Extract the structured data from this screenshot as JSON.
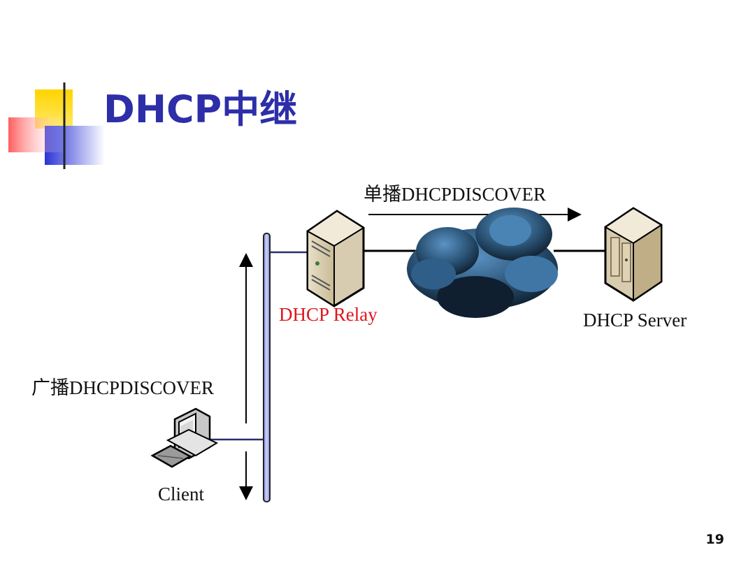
{
  "slide": {
    "title": "DHCP中继",
    "page_number": "19"
  },
  "diagram": {
    "unicast_label": "单播DHCPDISCOVER",
    "broadcast_label": "广播DHCPDISCOVER",
    "relay_label": "DHCP Relay",
    "server_label": "DHCP Server",
    "client_label": "Client"
  },
  "colors": {
    "title": "#2d2ea8",
    "relay_label": "#e0151b",
    "bus": "#aeb6ee",
    "cloud": "#3a6f9a"
  },
  "icons": [
    "relay-server-icon",
    "dhcp-server-icon",
    "network-cloud-icon",
    "client-computer-icon"
  ]
}
